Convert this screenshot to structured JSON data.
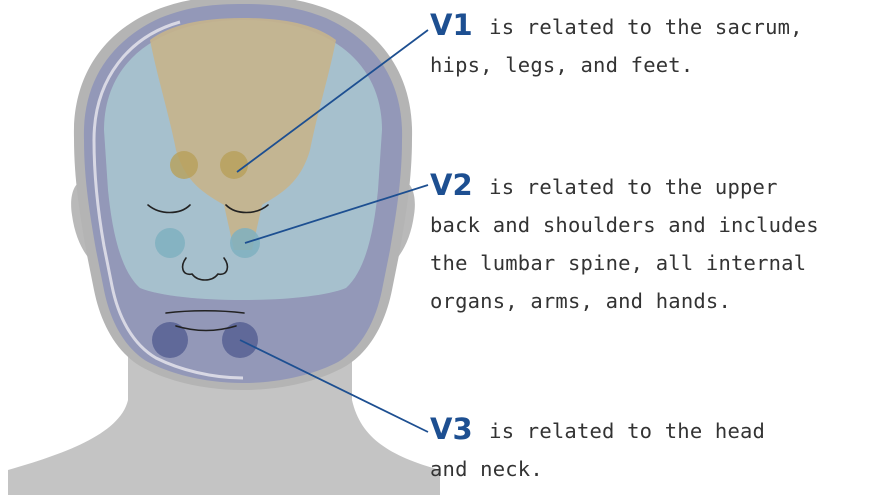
{
  "colors": {
    "accent": "#1d4f91",
    "text": "#333333",
    "silhouette": "#c4c4c4",
    "zone_v1": "#c6b48c",
    "zone_v2": "#a8c4cf",
    "zone_v3": "#8d93b8"
  },
  "callouts": [
    {
      "code": "V1",
      "lines": [
        "is related to the sacrum,",
        "hips, legs, and feet."
      ]
    },
    {
      "code": "V2",
      "lines": [
        "is related to the upper",
        "back and shoulders and includes",
        "the lumbar spine, all internal",
        "organs, arms, and hands."
      ]
    },
    {
      "code": "V3",
      "lines": [
        "is related to the head",
        "and neck."
      ]
    }
  ]
}
